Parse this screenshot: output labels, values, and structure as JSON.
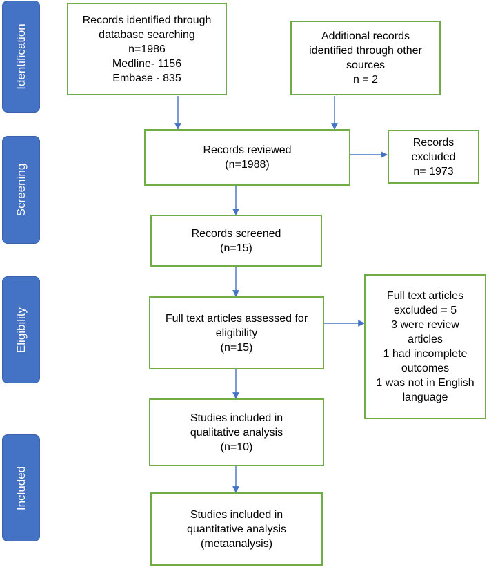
{
  "phases": {
    "identification": "Identification",
    "screening": "Screening",
    "eligibility": "Eligibility",
    "included": "Included"
  },
  "boxes": {
    "database": [
      "Records identified through",
      "database searching",
      "n=1986",
      "Medline- 1156",
      "Embase - 835"
    ],
    "other_sources": [
      "Additional records",
      "identified through other",
      "sources",
      "n = 2"
    ],
    "reviewed": [
      "Records reviewed",
      "(n=1988)"
    ],
    "excluded": [
      "Records",
      "excluded",
      "n= 1973"
    ],
    "screened": [
      "Records screened",
      "(n=15)"
    ],
    "fulltext": [
      "Full text articles assessed for",
      "eligibility",
      "(n=15)"
    ],
    "fulltext_excluded": [
      "Full text articles",
      "excluded = 5",
      "3 were review",
      "articles",
      "1 had incomplete",
      "outcomes",
      "1 was not in English",
      "language"
    ],
    "qualitative": [
      "Studies included in",
      "qualitative analysis",
      "(n=10)"
    ],
    "quantitative": [
      "Studies included in",
      "quantitative analysis",
      "(metaanalysis)"
    ]
  },
  "colors": {
    "phase_fill": "#4472c4",
    "box_border": "#70ad47",
    "arrow": "#4472c4"
  }
}
